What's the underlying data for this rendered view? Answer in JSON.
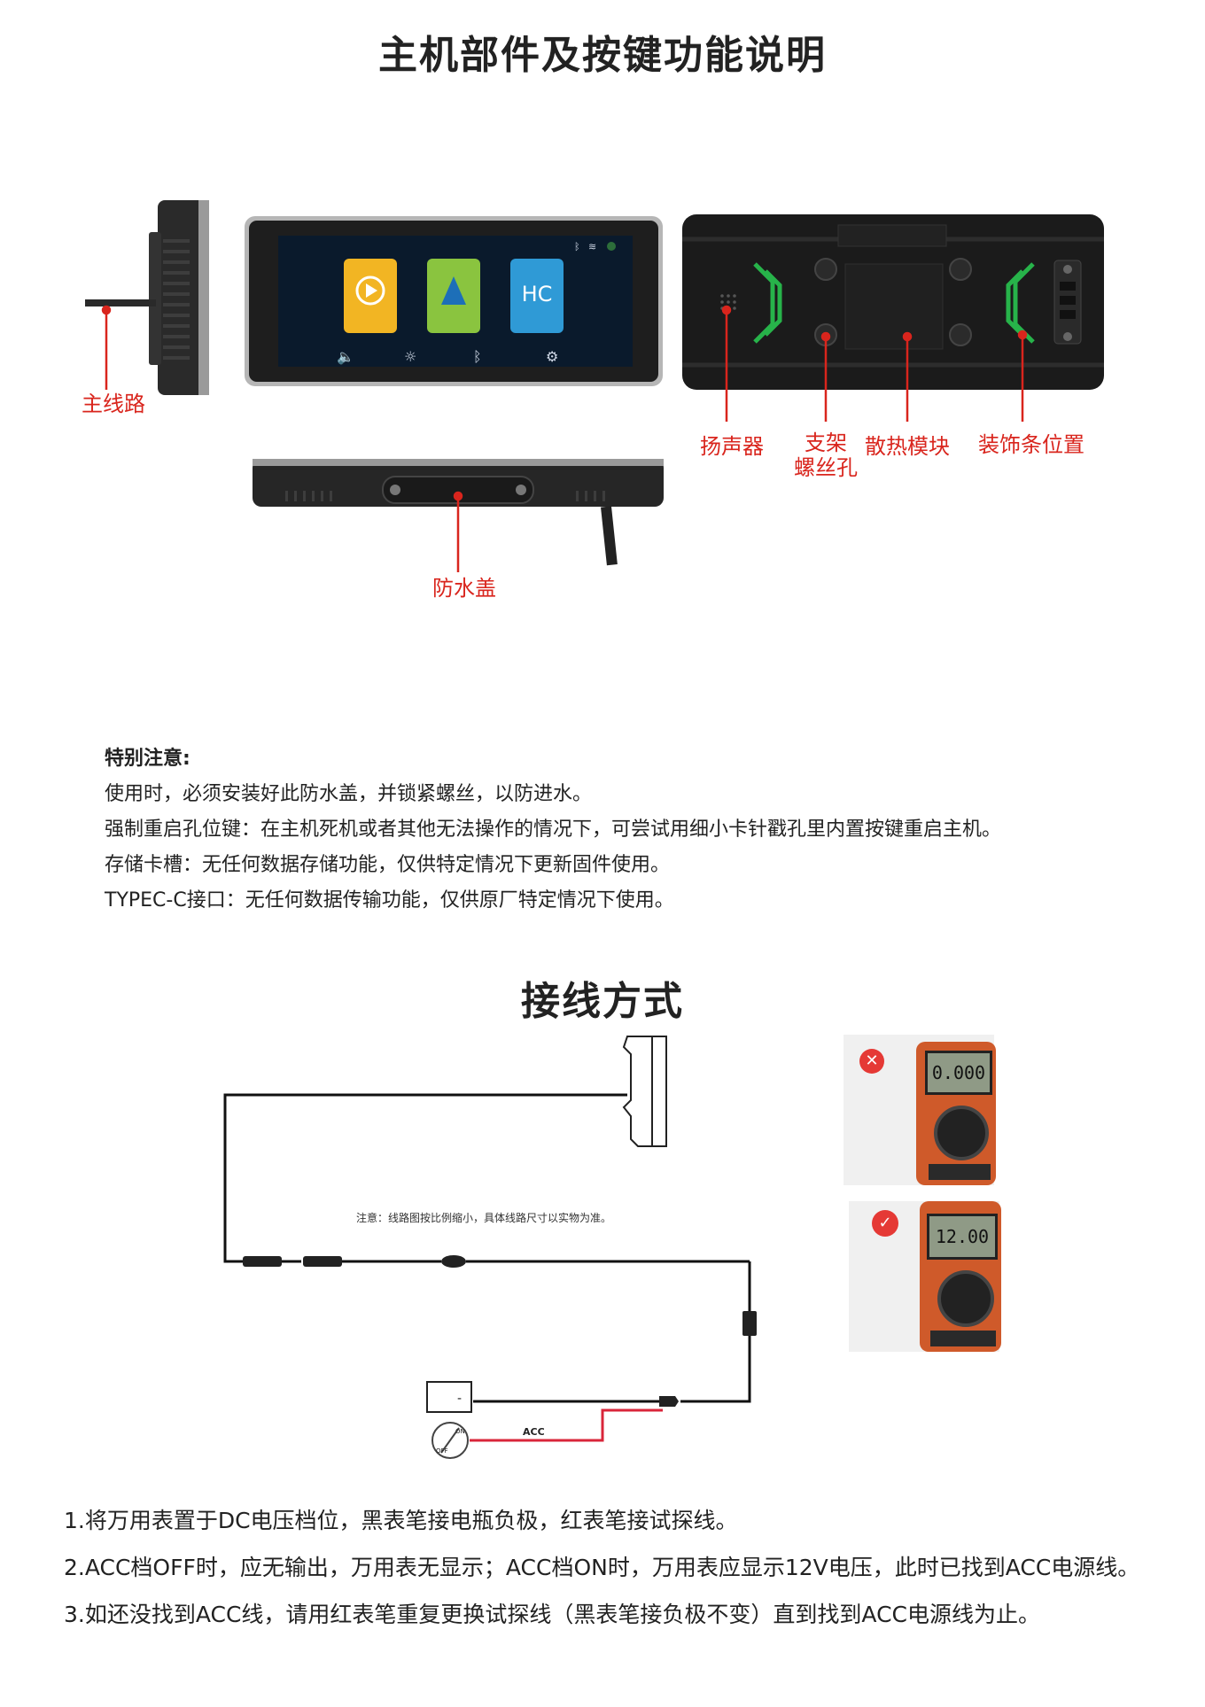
{
  "sections": {
    "parts_title": "主机部件及按键功能说明",
    "wiring_title": "接线方式"
  },
  "device": {
    "apps": [
      {
        "name": "CarPlay",
        "color": "#f2b523"
      },
      {
        "name": "Android",
        "color": "#8ac43f"
      },
      {
        "name": "Hicar",
        "color": "#2f9ad6"
      }
    ]
  },
  "labels": {
    "main_wire": "主线路",
    "speaker": "扬声器",
    "bracket_line1": "支架",
    "bracket_line2": "螺丝孔",
    "heat_module": "散热模块",
    "trim_position": "装饰条位置",
    "waterproof_cover": "防水盖"
  },
  "notes": {
    "heading": "特别注意:",
    "lines": [
      "使用时，必须安装好此防水盖，并锁紧螺丝，以防进水。",
      "强制重启孔位键：在主机死机或者其他无法操作的情况下，可尝试用细小卡针戳孔里内置按键重启主机。",
      "存储卡槽：无任何数据存储功能，仅供特定情况下更新固件使用。",
      "TYPEC-C接口：无任何数据传输功能，仅供原厂特定情况下使用。"
    ]
  },
  "diagram": {
    "scale_note": "注意：线路图按比例缩小，具体线路尺寸以实物为准。",
    "acc_label": "ACC",
    "battery_sign": "-",
    "key_on": "ON",
    "key_off": "OFF"
  },
  "meters": [
    {
      "status": "wrong",
      "reading": "0.000",
      "badge_color": "#e53935"
    },
    {
      "status": "correct",
      "reading": "12.00",
      "badge_color": "#e53935"
    }
  ],
  "steps": [
    "1.将万用表置于DC电压档位，黑表笔接电瓶负极，红表笔接试探线。",
    "2.ACC档OFF时，应无输出，万用表无显示；ACC档ON时，万用表应显示12V电压，此时已找到ACC电源线。",
    "3.如还没找到ACC线，请用红表笔重复更换试探线（黑表笔接负极不变）直到找到ACC电源线为止。"
  ]
}
